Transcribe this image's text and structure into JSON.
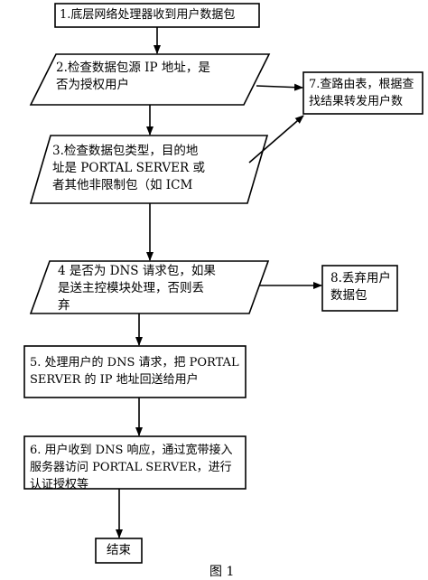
{
  "flowchart": {
    "step1": "1.底层网络处理器收到用户数据包",
    "step2": "2.检查数据包源 IP 地址，是\n否为授权用户",
    "step3": "3.检查数据包类型，目的地\n址是 PORTAL SERVER 或\n者其他非限制包（如 ICM",
    "step4": "4 是否为 DNS 请求包，如果\n是送主控模块处理，否则丢\n弃",
    "step5": "5. 处理用户的 DNS 请求，把 PORTAL\nSERVER 的 IP 地址回送给用户",
    "step6": "6. 用户收到 DNS 响应，通过宽带接入\n服务器访问 PORTAL  SERVER，进行\n认证授权等",
    "step7": "7.查路由表，根据查\n找结果转发用户数",
    "step8": "8.丢弃用户\n数据包",
    "end": "结束"
  },
  "caption": "图 1"
}
